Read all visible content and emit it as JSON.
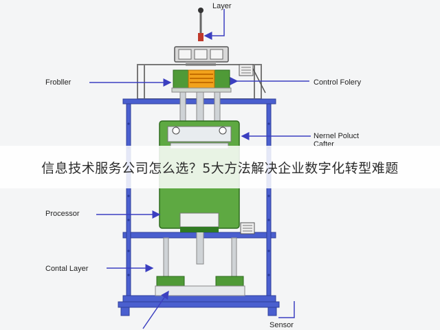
{
  "labels": {
    "layer": "Layer",
    "frobller": "Frobller",
    "control_folery": "Control Folery",
    "nernel_line1": "Nernel Poluct",
    "nernel_line2": "Cafter",
    "processor": "Processor",
    "contal_layer": "Contal Layer",
    "sensor": "Sensor"
  },
  "banner": {
    "text": "信息技术服务公司怎么选？5大方法解决企业数字化转型难题"
  },
  "colors": {
    "frame_blue": "#4a5fcf",
    "block_green": "#4f9a37",
    "heater_orange": "#f2a21c",
    "arrow_blue": "#3b3fc0"
  }
}
